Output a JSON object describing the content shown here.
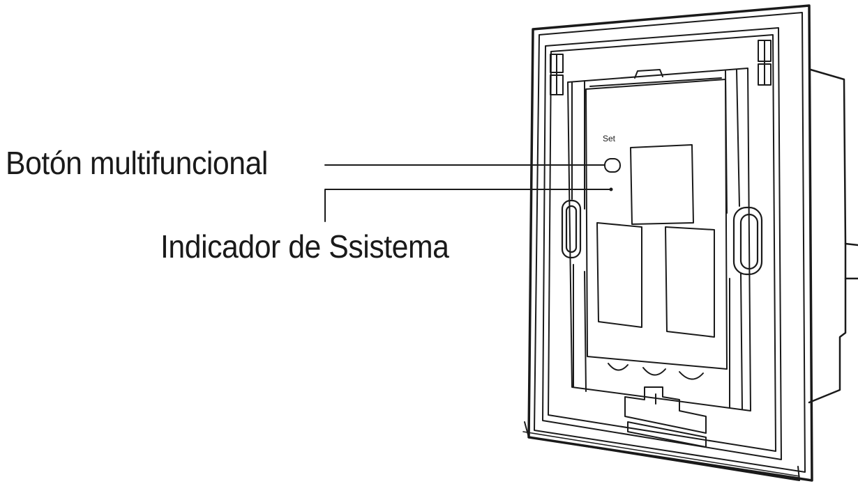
{
  "labels": {
    "multifunction_button": "Botón multifuncional",
    "system_indicator": "Indicador de Ssistema"
  },
  "device": {
    "button_label": "Set"
  },
  "colors": {
    "line": "#1a1a1a",
    "background": "#ffffff"
  }
}
